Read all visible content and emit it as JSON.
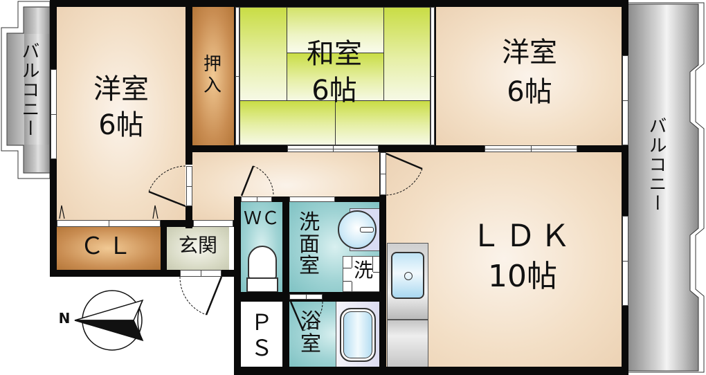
{
  "floor_plan": {
    "type": "apartment floor plan",
    "layout": "3LDK",
    "rooms": {
      "western_left": {
        "name": "洋室",
        "size": "6帖"
      },
      "closet_oshiire": {
        "name": "押入"
      },
      "japanese": {
        "name": "和室",
        "size": "6帖"
      },
      "western_right": {
        "name": "洋室",
        "size": "6帖"
      },
      "ldk": {
        "name": "ＬＤＫ",
        "size": "10帖"
      },
      "closet_cl": {
        "name": "ＣＬ"
      },
      "entrance": {
        "name": "玄関"
      },
      "toilet": {
        "name": "ＷＣ"
      },
      "washroom": {
        "name": "洗面室"
      },
      "laundry": {
        "name": "洗"
      },
      "bathroom": {
        "name": "浴室"
      },
      "pipe_space": {
        "name": "ＰＳ"
      }
    },
    "balconies": {
      "left": {
        "name": "バルコニー"
      },
      "right": {
        "name": "バルコニー"
      }
    },
    "compass": {
      "label": "N",
      "direction": "left"
    },
    "colors": {
      "wall": "#0a0a0a",
      "western_floor": "#f3dfc6",
      "closet": "#c98d52",
      "tatami": "#c9dd45",
      "wet_area": "#9fd3d4",
      "entrance": "#d6d8c2",
      "balcony": "#b5b5b5"
    }
  }
}
